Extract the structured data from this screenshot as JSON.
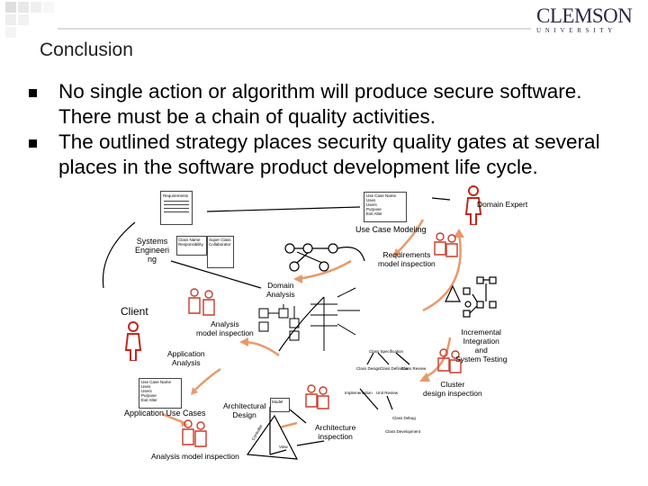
{
  "header": {
    "logo_name": "CLEMSON",
    "logo_sub": "UNIVERSITY"
  },
  "slide": {
    "title": "Conclusion",
    "bullets": [
      "No single action or algorithm will produce secure software. There must be a chain of quality activities.",
      "The outlined strategy places security quality gates at several places in the software product development life cycle."
    ]
  },
  "diagram": {
    "domain_expert": "Domain Expert",
    "use_case_modeling": "Use Case Modeling",
    "systems_engineering": "Systems Engineeri ng",
    "requirements_inspection": "Requirements model inspection",
    "domain_analysis": "Domain Analysis",
    "client": "Client",
    "analysis_inspection": "Analysis model inspection",
    "integration_testing": "Incremental Integration and System Testing",
    "application_analysis": "Application Analysis",
    "cluster_inspection": "Cluster design inspection",
    "application_use_cases": "Application Use Cases",
    "architectural_design": "Architectural Design",
    "architecture_inspection": "Architecture inspection",
    "analysis_model_inspection": "Analysis model inspection",
    "small": {
      "requirements_doc": "Requirements",
      "use_case_name": "Use Case Name",
      "uses": "Uses",
      "users": "Users",
      "purpose": "Purpose",
      "exit_alter": "Exit Alter",
      "class_name": "Class Name",
      "responsibility": "Responsibility",
      "super_class": "Super Class",
      "collaborator": "Collaborator",
      "class_specification": "Class Specification",
      "class_design": "Class Design",
      "class_definition": "Class Definition",
      "class_review": "Class Review",
      "implementation": "Implementation",
      "unit_review": "Unit Review",
      "model": "Model",
      "view": "View",
      "controller": "Controller",
      "class_debug": "Class Debug",
      "class_development": "Class Development"
    }
  },
  "colors": {
    "arrow": "#e8996a",
    "inspector": "#c83c2a",
    "person": "#c0281c"
  }
}
